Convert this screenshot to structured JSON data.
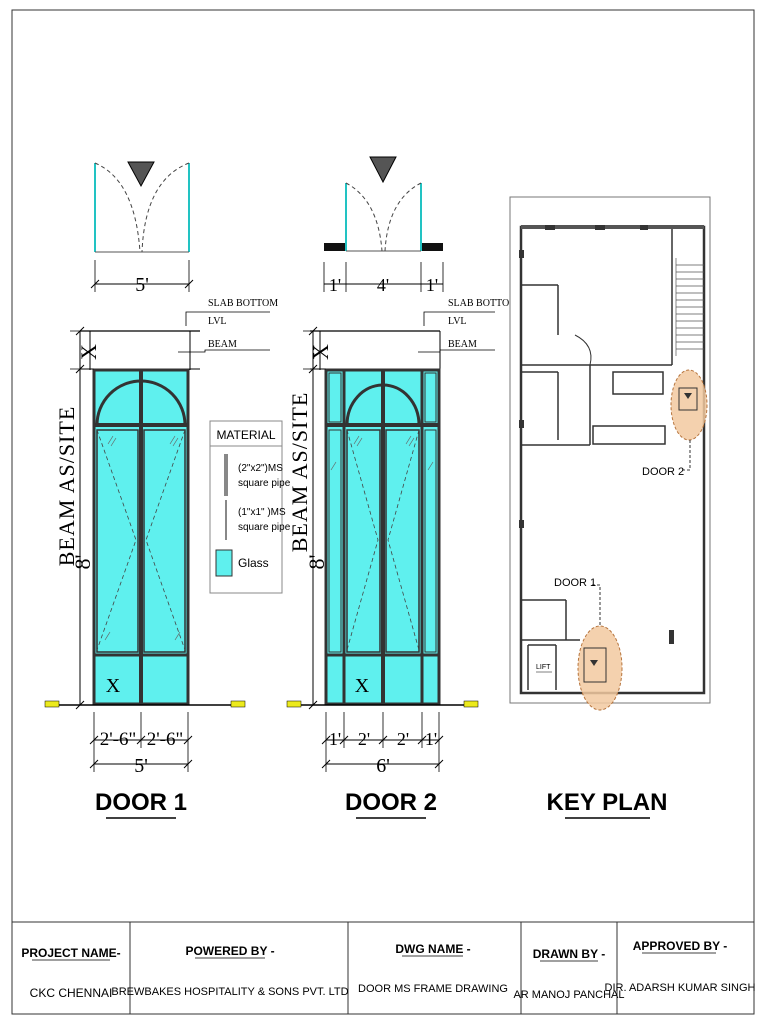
{
  "door1": {
    "title": "DOOR 1",
    "plan_width": "5'",
    "height_label": "BEAM AS/SITE",
    "height_value": "8'",
    "top_value": "X",
    "bottom_value": "X",
    "slab_bottom": "SLAB BOTTOM",
    "lvl": "LVL",
    "beam": "BEAM",
    "dim_left": "2'-6\"",
    "dim_right": "2'-6\"",
    "overall": "5'"
  },
  "door2": {
    "title": "DOOR 2",
    "plan_left": "1'",
    "plan_mid": "4'",
    "plan_right": "1'",
    "height_label": "BEAM AS/SITE",
    "height_value": "8'",
    "top_value": "X",
    "bottom_value": "X",
    "slab_bottom": "SLAB BOTTOM",
    "lvl": "LVL",
    "beam": "BEAM",
    "dim_1": "1'",
    "dim_2": "2'",
    "dim_3": "2'",
    "dim_4": "1'",
    "overall": "6'"
  },
  "material": {
    "heading": "MATERIAL",
    "item1_line1": "(2\"x2\")MS",
    "item1_line2": "square pipe",
    "item2_line1": "(1\"x1\" )MS",
    "item2_line2": "square pipe",
    "item3": "Glass",
    "glass_color": "#5ff0ee"
  },
  "keyplan": {
    "title": "KEY PLAN",
    "door2_label": "DOOR 2",
    "door1_label": "DOOR 1",
    "lift": "LIFT",
    "highlight_color": "#f2c9a0"
  },
  "titleblock": {
    "project_label": "PROJECT NAME-",
    "project_value": "CKC CHENNAI",
    "powered_label": "POWERED BY -",
    "powered_value": "BREWBAKES HOSPITALITY & SONS PVT. LTD",
    "dwg_label": "DWG NAME -",
    "dwg_value": "DOOR MS FRAME DRAWING",
    "drawn_label": "DRAWN BY -",
    "drawn_value": "AR MANOJ PANCHAL",
    "approved_label": "APPROVED BY -",
    "approved_value": "DIR. ADARSH KUMAR SINGH"
  }
}
